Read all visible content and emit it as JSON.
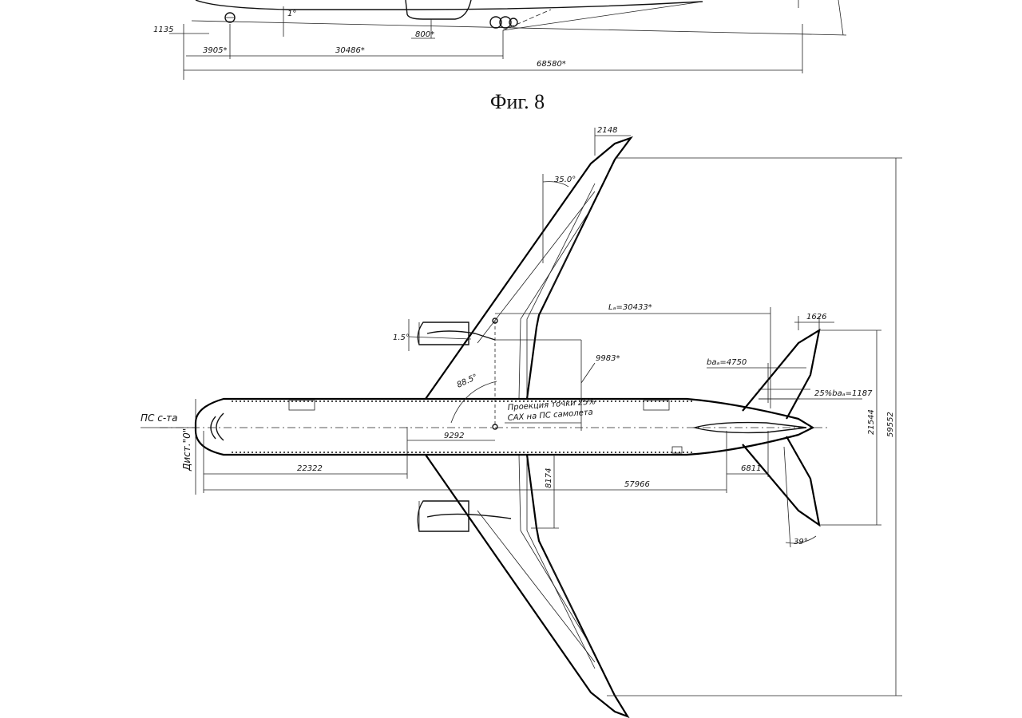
{
  "figure_caption": "Фиг. 8",
  "side_view": {
    "dims": {
      "d1135": "1135",
      "d3905": "3905*",
      "d30486": "30486*",
      "d68580": "68580*",
      "d800": "800*",
      "angle1": "1°"
    }
  },
  "plan_view": {
    "labels": {
      "ps_line": "ПС с-та",
      "dist_zero": "Дист.\"0\"",
      "projection_line1": "Проекция точки 25%",
      "projection_line2": "САХ на ПС самолета"
    },
    "dims": {
      "wingtip": "2148",
      "sweep": "35.0°",
      "mac_length": "Lₐ=30433*",
      "dihedral": "1.5°",
      "d9983": "9983*",
      "d885": "88.5°",
      "d9292": "9292",
      "d22322": "22322",
      "d57966": "57966",
      "d8174": "8174",
      "d1626": "1626",
      "ba": "baₐ=4750",
      "ba25": "25%baₐ=1187",
      "d6811": "6811",
      "d21544": "21544",
      "d59552": "59552",
      "tail_angle": "39°"
    }
  }
}
